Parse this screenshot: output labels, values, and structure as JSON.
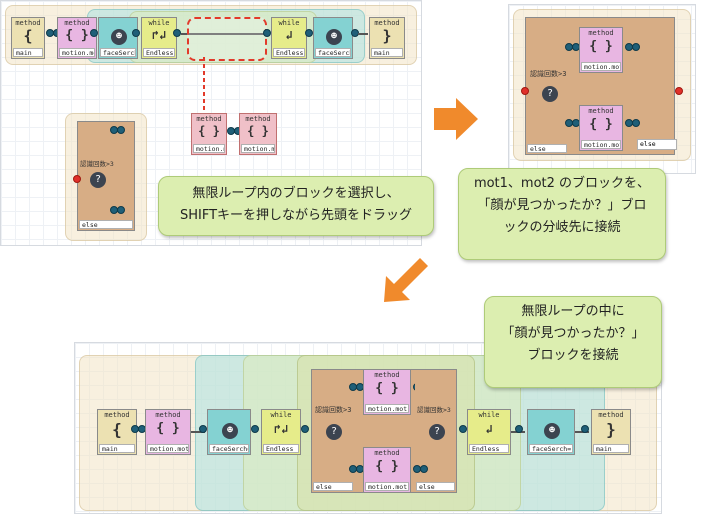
{
  "blocks": {
    "method": "method",
    "while": "while",
    "main": "main",
    "motion_mot": "motion.mot",
    "face_search": "faceSerch=",
    "endless": "Endless",
    "else": "else",
    "recog": "認識回数>3"
  },
  "glyphs": {
    "brace_open": "{",
    "brace_close": "}",
    "braces": "{ }",
    "loop_open": "↱↲",
    "loop_close": "↲",
    "face": "☻",
    "question": "?"
  },
  "captions": {
    "drag": [
      "無限ループ内のブロックを選択し、",
      "SHIFTキーを押しながら先頭をドラッグ"
    ],
    "connect_branch": [
      "mot1、mot2 のブロックを、",
      "「顔が見つかったか？」ブロ",
      "ックの分岐先に接続"
    ],
    "connect_loop": [
      "無限ループの中に",
      "「顔が見つかったか？」",
      "ブロックを接続"
    ]
  },
  "colors": {
    "arrow_orange": "#f08a2c",
    "bubble_green": "#dceeb0",
    "dash_red": "#e23a2a"
  }
}
